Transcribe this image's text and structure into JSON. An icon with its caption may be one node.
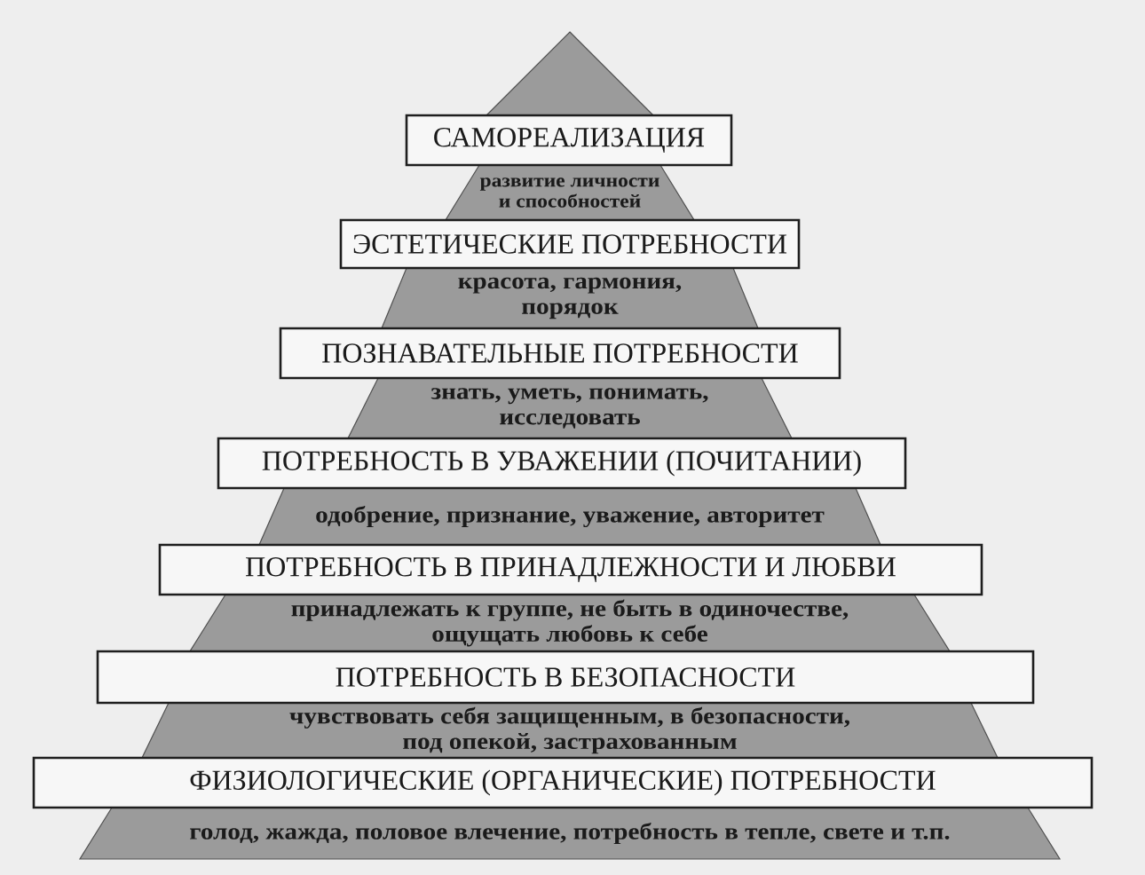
{
  "diagram": {
    "nodes": [
      {
        "text": [],
        "shape": "triangle"
      },
      {
        "text": [
          "САМОРЕАЛИЗАЦИЯ"
        ]
      },
      {
        "text": [
          "развитие личности и способностей"
        ]
      },
      {
        "text": [
          "ЭСТЕТИЧЕСКИЕ ПОТРЕБНОСТИ"
        ]
      },
      {
        "text": [
          "красота, гармония, порядок"
        ]
      },
      {
        "text": [
          "ПОЗНАВАТЕЛЬНЫЕ ПОТРЕБНОСТИ"
        ]
      },
      {
        "text": [
          "знать, уметь, понимать, исследовать"
        ]
      },
      {
        "text": [
          "ПОТРЕБНОСТЬ В УВАЖЕНИИ (ПОЧИТАНИИ)"
        ]
      },
      {
        "text": [
          "одобрение, признание, уважение, авторитет"
        ]
      },
      {
        "text": [
          "ПОТРЕБНОСТЬ В ПРИНАДЛЕЖНОСТИ И ЛЮБВИ"
        ]
      },
      {
        "text": [
          "принадлежать к группе, не быть в одиночестве, ощущать любовь к себе"
        ]
      },
      {
        "text": [
          "ПОТРЕБНОСТЬ В БЕЗОПАСНОСТИ"
        ]
      },
      {
        "text": [
          "чувствовать себя защищенным, в безопасности, под опекой, застрахованным"
        ]
      },
      {
        "text": [
          "ФИЗИОЛОГИЧЕСКИЕ (ОРГАНИЧЕСКИЕ) ПОТРЕБНОСТИ"
        ]
      },
      {
        "text": [
          "голод, жажда, половое влечение, потребность в тепле, свете и т.п."
        ]
      }
    ]
  }
}
